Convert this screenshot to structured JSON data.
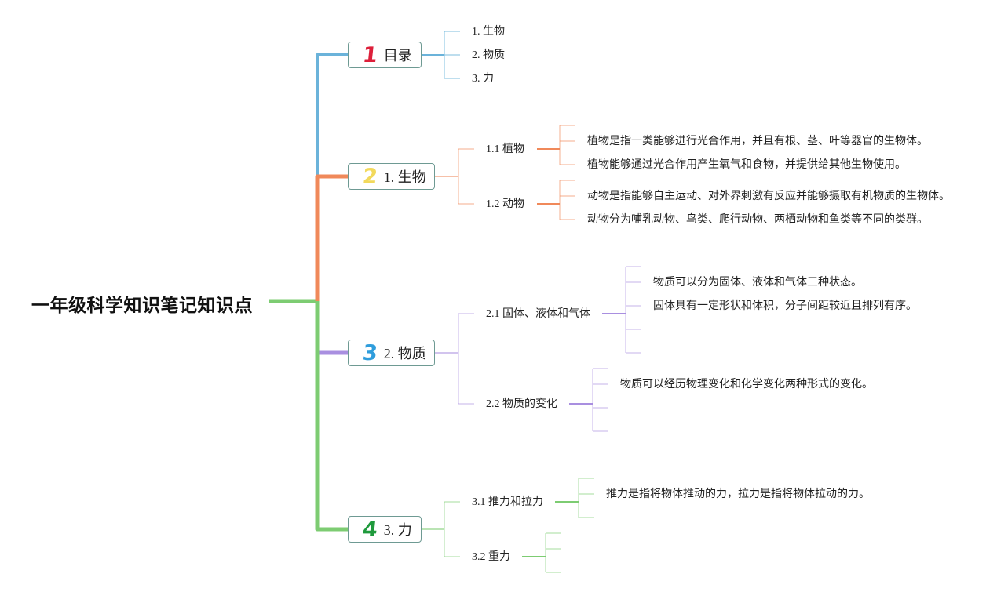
{
  "title": "一年级科学知识笔记知识点",
  "colors": {
    "root_branch": "#7dcc72",
    "topic1": "#6bb3da",
    "topic2": "#f0895a",
    "topic3": "#a98fe0",
    "topic4": "#7dcc72",
    "badge1": "#dd1f3a",
    "badge2": "#f2d95c",
    "badge3": "#2f9ddc",
    "badge4": "#1f9a3c"
  },
  "topics": [
    {
      "num": "1",
      "label": "目录",
      "items": [
        "1. 生物",
        "2. 物质",
        "3. 力"
      ]
    },
    {
      "num": "2",
      "label": "1. 生物",
      "subtopics": [
        {
          "label": "1.1 植物",
          "notes": [
            "植物是指一类能够进行光合作用，并且有根、茎、叶等器官的生物体。",
            "植物能够通过光合作用产生氧气和食物，并提供给其他生物使用。"
          ]
        },
        {
          "label": "1.2 动物",
          "notes": [
            "动物是指能够自主运动、对外界刺激有反应并能够摄取有机物质的生物体。",
            "动物分为哺乳动物、鸟类、爬行动物、两栖动物和鱼类等不同的类群。"
          ]
        }
      ]
    },
    {
      "num": "3",
      "label": "2. 物质",
      "subtopics": [
        {
          "label": "2.1 固体、液体和气体",
          "notes": [
            "物质可以分为固体、液体和气体三种状态。",
            "固体具有一定形状和体积，分子间距较近且排列有序。"
          ]
        },
        {
          "label": "2.2 物质的变化",
          "notes": [
            "物质可以经历物理变化和化学变化两种形式的变化。"
          ]
        }
      ]
    },
    {
      "num": "4",
      "label": "3. 力",
      "subtopics": [
        {
          "label": "3.1 推力和拉力",
          "notes": [
            "推力是指将物体推动的力，拉力是指将物体拉动的力。"
          ]
        },
        {
          "label": "3.2 重力",
          "notes": []
        }
      ]
    }
  ]
}
